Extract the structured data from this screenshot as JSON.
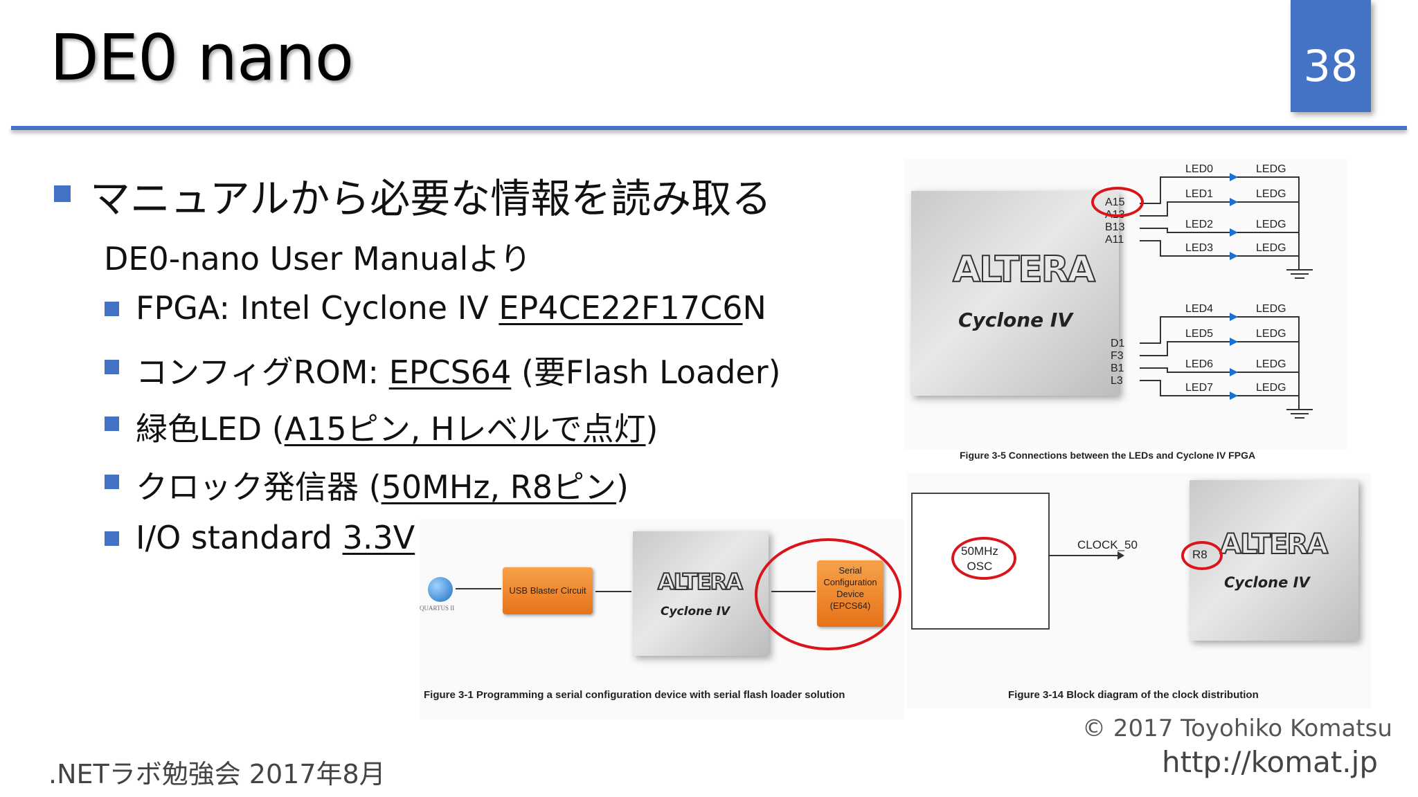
{
  "slide": {
    "title": "DE0 nano",
    "page_number": "38"
  },
  "content": {
    "heading": "マニュアルから必要な情報を読み取る",
    "source_note": "DE0-nano User Manualより",
    "items": [
      {
        "prefix": "FPGA: Intel Cyclone IV ",
        "link": "EP4CE22F17C6",
        "suffix": "N"
      },
      {
        "prefix": "コンフィグROM: ",
        "link": "EPCS64",
        "suffix": " (要Flash Loader)"
      },
      {
        "prefix": "緑色LED (",
        "link": "A15ピン, Hレベルで点灯",
        "suffix": ")"
      },
      {
        "prefix": "クロック発信器 (",
        "link": "50MHz, R8ピン",
        "suffix": ")"
      },
      {
        "prefix": "I/O standard ",
        "link": "3.3V",
        "suffix": ""
      }
    ]
  },
  "figures": {
    "led_figure": {
      "caption": "Figure 3-5 Connections between the LEDs and Cyclone IV FPGA",
      "logo": "ALTERA",
      "family": "Cyclone IV",
      "pins_top": [
        "A15",
        "A13",
        "B13",
        "A11"
      ],
      "pins_bottom": [
        "D1",
        "F3",
        "B1",
        "L3"
      ],
      "leds": [
        "LED0",
        "LED1",
        "LED2",
        "LED3",
        "LED4",
        "LED5",
        "LED6",
        "LED7"
      ],
      "led_color_label": "LEDG"
    },
    "config_figure": {
      "caption": "Figure 3-1 Programming a serial configuration device with serial flash loader solution",
      "quartus_label": "QUARTUS II",
      "usb_blaster": "USB Blaster Circuit",
      "logo": "ALTERA",
      "family": "Cyclone IV",
      "config_device": [
        "Serial",
        "Configuration",
        "Device",
        "(EPCS64)"
      ]
    },
    "clock_figure": {
      "caption": "Figure 3-14   Block diagram of the clock distribution",
      "osc": [
        "50MHz",
        "OSC"
      ],
      "signal": "CLOCK_50",
      "pin": "R8",
      "logo": "ALTERA",
      "family": "Cyclone IV"
    }
  },
  "footer": {
    "event": ".NETラボ勉強会 2017年8月",
    "copyright": "© 2017 Toyohiko Komatsu",
    "url": "http://komat.jp"
  },
  "colors": {
    "accent": "#4472c4",
    "highlight_red": "#d9141a",
    "orange": "#f08a2e"
  }
}
